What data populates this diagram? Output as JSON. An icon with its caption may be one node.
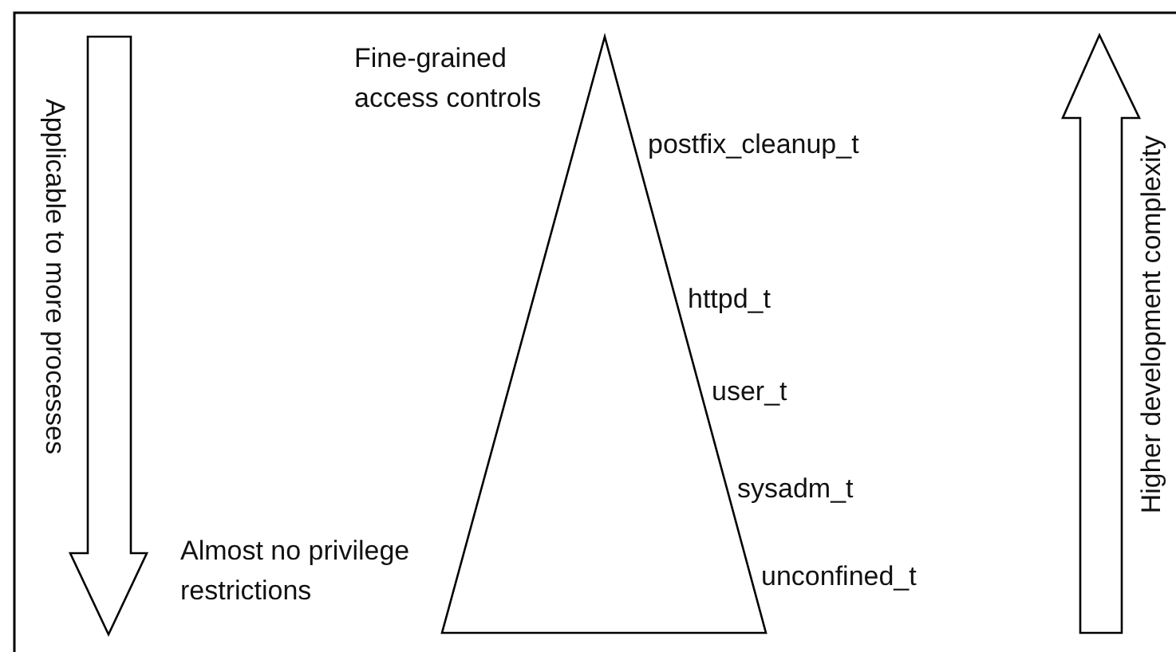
{
  "diagram": {
    "nodes": [
      {
        "text": [
          "Applicable to more processes"
        ]
      },
      {
        "text": [
          "Higher development complexity"
        ]
      }
    ],
    "labels": [
      "Fine-grained access controls",
      "postfix_cleanup_t",
      "httpd_t",
      "user_t",
      "sysadm_t",
      "Almost no privilege restrictions",
      "unconfined_t"
    ]
  }
}
